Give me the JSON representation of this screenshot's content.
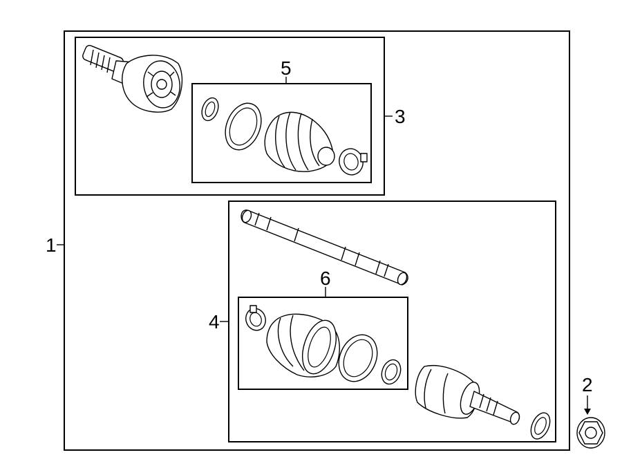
{
  "callouts": {
    "c1": "1",
    "c2": "2",
    "c3": "3",
    "c4": "4",
    "c5": "5",
    "c6": "6"
  },
  "parts": {
    "outer_cv_joint": "outer-cv-joint-icon",
    "outer_boot_kit": "boot-kit-icon",
    "axle_shaft": "axle-shaft-icon",
    "inner_boot_kit": "boot-kit-icon",
    "inner_cv_joint": "inner-cv-joint-icon",
    "hub_nut": "hex-nut-icon"
  }
}
